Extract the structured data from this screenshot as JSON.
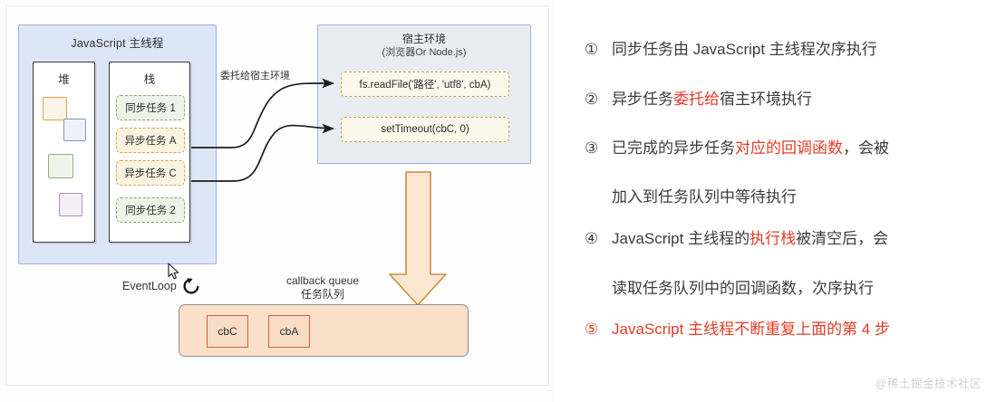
{
  "diagram": {
    "js_thread": {
      "title": "JavaScript 主线程",
      "heap": {
        "title": "堆",
        "objects": [
          "heap-object-yellow",
          "heap-object-blue",
          "heap-object-green",
          "heap-object-purple"
        ]
      },
      "stack": {
        "title": "栈",
        "items": [
          {
            "label": "同步任务 1",
            "kind": "sync"
          },
          {
            "label": "异步任务 A",
            "kind": "async"
          },
          {
            "label": "异步任务 C",
            "kind": "async"
          },
          {
            "label": "同步任务 2",
            "kind": "sync"
          }
        ]
      }
    },
    "delegate_label": "委托给宿主环境",
    "host_env": {
      "title": "宿主环境",
      "subtitle": "(浏览器Or Node.js)",
      "apis": [
        "fs.readFile('路径', 'utf8', cbA)",
        "setTimeout(cbC, 0)"
      ]
    },
    "event_loop": {
      "label": "EventLoop",
      "icon": "loop-arrow-icon"
    },
    "callback_queue": {
      "title_en": "callback queue",
      "title_cn": "任务队列",
      "items": [
        "cbC",
        "cbA"
      ]
    },
    "down_arrow": "down-arrow-icon"
  },
  "steps": [
    {
      "num": "①",
      "segments": [
        {
          "t": "同步任务由 JavaScript 主线程次序执行",
          "hl": false
        }
      ]
    },
    {
      "num": "②",
      "segments": [
        {
          "t": "异步任务",
          "hl": false
        },
        {
          "t": "委托给",
          "hl": true
        },
        {
          "t": "宿主环境执行",
          "hl": false
        }
      ]
    },
    {
      "num": "③",
      "segments": [
        {
          "t": "已完成的异步任务",
          "hl": false
        },
        {
          "t": "对应的回调函数",
          "hl": true
        },
        {
          "t": "，会被",
          "hl": false
        }
      ]
    },
    {
      "num": "",
      "segments": [
        {
          "t": "加入到任务队列中等待执行",
          "hl": false
        }
      ]
    },
    {
      "num": "④",
      "segments": [
        {
          "t": "JavaScript 主线程的",
          "hl": false
        },
        {
          "t": "执行栈",
          "hl": true
        },
        {
          "t": "被清空后，会",
          "hl": false
        }
      ]
    },
    {
      "num": "",
      "segments": [
        {
          "t": "读取任务队列中的回调函数，次序执行",
          "hl": false
        }
      ]
    },
    {
      "num": "⑤",
      "segments": [
        {
          "t": "JavaScript 主线程不断重复上面的第 4 步",
          "hl": false
        }
      ],
      "accent": true
    }
  ],
  "watermark": "@稀土掘金技术社区",
  "colors": {
    "panel_blue_fill": "#dce6f6",
    "panel_blue_border": "#9ab4dd",
    "host_fill": "#e9ecf2",
    "api_border": "#cfa94f",
    "queue_fill": "#fae0c8",
    "queue_item_border": "#d4613c",
    "accent_red": "#e23c28",
    "arrow_fill": "#fbe6d2",
    "arrow_border": "#d08b3d"
  }
}
